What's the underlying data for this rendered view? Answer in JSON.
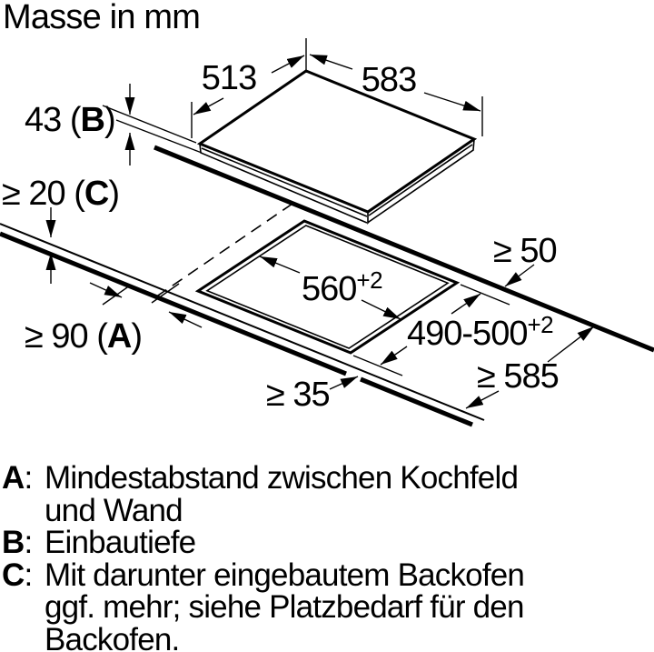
{
  "title": "Masse in mm",
  "colors": {
    "ink": "#000000",
    "background": "#ffffff"
  },
  "diagram": {
    "unit": "mm",
    "dims": {
      "hob_width": "583",
      "hob_depth": "513",
      "hob_thickness_prefix": "43 (",
      "hob_thickness_letter": "B",
      "hob_thickness_suffix": ")",
      "clearance_below_prefix": "≥ 20 (",
      "clearance_below_letter": "C",
      "clearance_below_suffix": ")",
      "wall_distance_prefix": "≥ 90 (",
      "wall_distance_letter": "A",
      "wall_distance_suffix": ")",
      "front_distance": "≥ 50",
      "bottom_distance": "≥ 35",
      "worktop_depth": "≥ 585",
      "cutout_width_base": "560",
      "cutout_width_sup": "+2",
      "cutout_depth_base": "490-500",
      "cutout_depth_sup": "+2"
    }
  },
  "legend": {
    "items": [
      {
        "letter": "A",
        "sep": ":",
        "lines": [
          "Mindestabstand zwischen Kochfeld",
          "und Wand"
        ]
      },
      {
        "letter": "B",
        "sep": ":",
        "lines": [
          "Einbautiefe"
        ]
      },
      {
        "letter": "C",
        "sep": ":",
        "lines": [
          "Mit darunter eingebautem Backofen",
          "ggf. mehr; siehe Platzbedarf für den",
          "Backofen."
        ]
      }
    ]
  }
}
